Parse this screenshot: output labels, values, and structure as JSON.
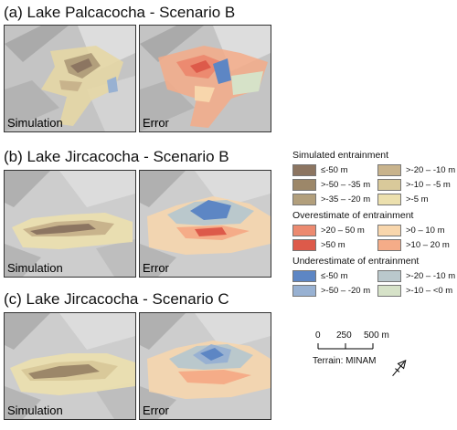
{
  "panels": [
    {
      "title": "(a) Lake Palcacocha - Scenario B",
      "sim_label": "Simulation",
      "err_label": "Error"
    },
    {
      "title": "(b) Lake Jircacocha - Scenario B",
      "sim_label": "Simulation",
      "err_label": "Error"
    },
    {
      "title": "(c) Lake Jircacocha - Scenario C",
      "sim_label": "Simulation",
      "err_label": "Error"
    }
  ],
  "legend": {
    "simulated": {
      "title": "Simulated entrainment",
      "items": [
        {
          "label": "≤-50 m",
          "color": "#8c7561"
        },
        {
          "label": ">-20 – -10 m",
          "color": "#c8b38c"
        },
        {
          "label": ">-50 – -35 m",
          "color": "#9c8769"
        },
        {
          "label": ">-10 – -5 m",
          "color": "#d9c99a"
        },
        {
          "label": ">-35 – -20 m",
          "color": "#b29f7c"
        },
        {
          "label": ">-5 m",
          "color": "#ece0ae"
        }
      ]
    },
    "overestimate": {
      "title": "Overestimate of entrainment",
      "items": [
        {
          "label": ">20 – 50 m",
          "color": "#ec8a70"
        },
        {
          "label": ">0 – 10 m",
          "color": "#f8d6ac"
        },
        {
          "label": ">50 m",
          "color": "#dd5a4a"
        },
        {
          "label": ">10 – 20 m",
          "color": "#f5ac88"
        }
      ]
    },
    "underestimate": {
      "title": "Underestimate of entrainment",
      "items": [
        {
          "label": "≤-50 m",
          "color": "#5d86c4"
        },
        {
          "label": ">-20 – -10 m",
          "color": "#bac8cc"
        },
        {
          "label": ">-50 – -20 m",
          "color": "#98b1d2"
        },
        {
          "label": ">-10 – <0 m",
          "color": "#d6e2c8"
        }
      ]
    }
  },
  "scalebar": {
    "labels": [
      "0",
      "250",
      "500 m"
    ],
    "credit": "Terrain: MINAM"
  }
}
